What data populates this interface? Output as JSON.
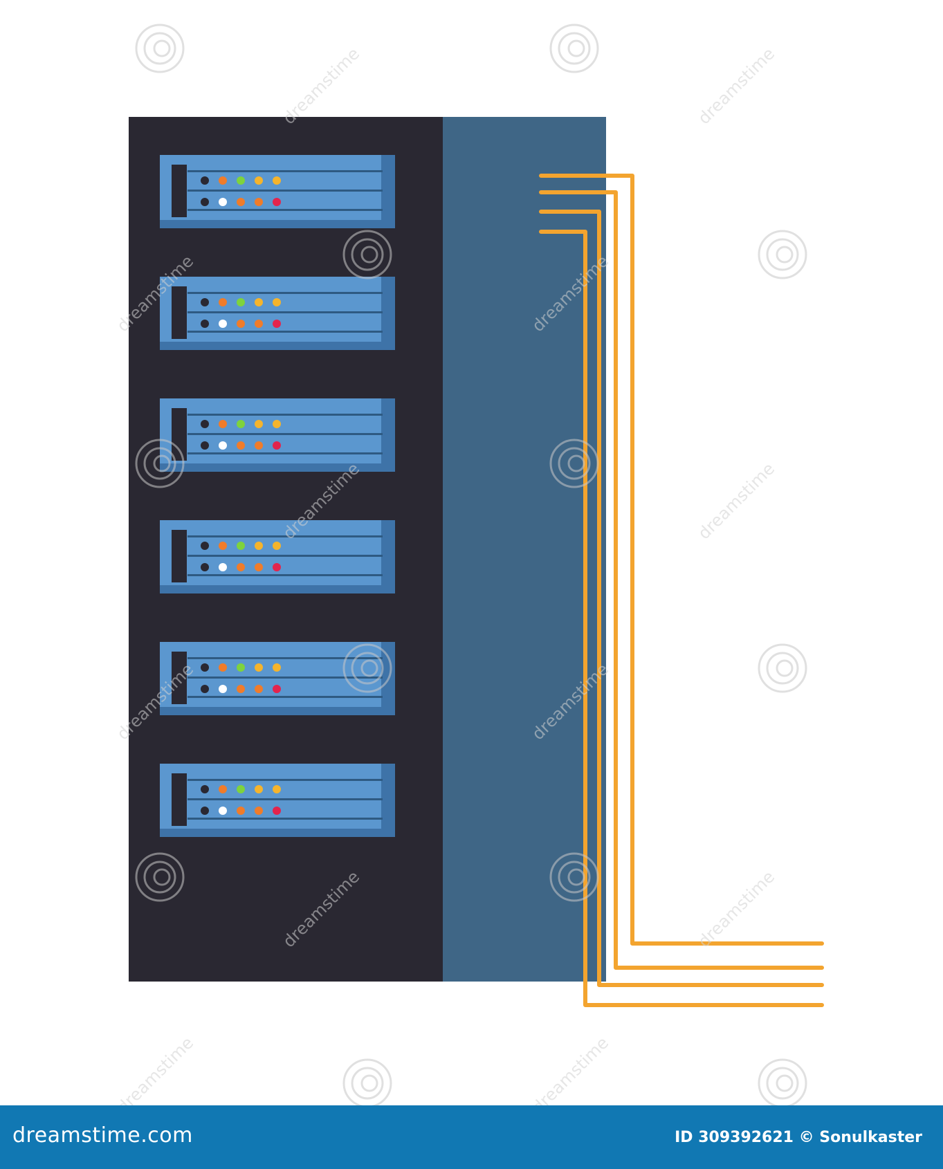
{
  "colors": {
    "rack_body": "#2a2832",
    "rack_side": "#3f6686",
    "server_face": "#5b97cf",
    "server_shadow": "#3e73a8",
    "server_lines": "#2e5a82",
    "cable": "#f3a42f",
    "footer_bg": "#1178b3",
    "led_dark": "#2a2832",
    "led_orange": "#f07c2a",
    "led_green": "#7ed33d",
    "led_yellow": "#f5b42c",
    "led_white": "#ffffff",
    "led_red": "#e3244d"
  },
  "illustration": {
    "subject": "server-rack-icon",
    "server_units": 6,
    "cables": 4,
    "status_leds": {
      "top_row": [
        "led_dark",
        "led_orange",
        "led_green",
        "led_yellow",
        "led_yellow"
      ],
      "bottom_row": [
        "led_dark",
        "led_white",
        "led_orange",
        "led_orange",
        "led_red"
      ]
    }
  },
  "watermark": {
    "text": "dreamstime"
  },
  "footer": {
    "brand": "dreamstime.com",
    "credit": "ID 309392621 © Sonulkaster"
  }
}
